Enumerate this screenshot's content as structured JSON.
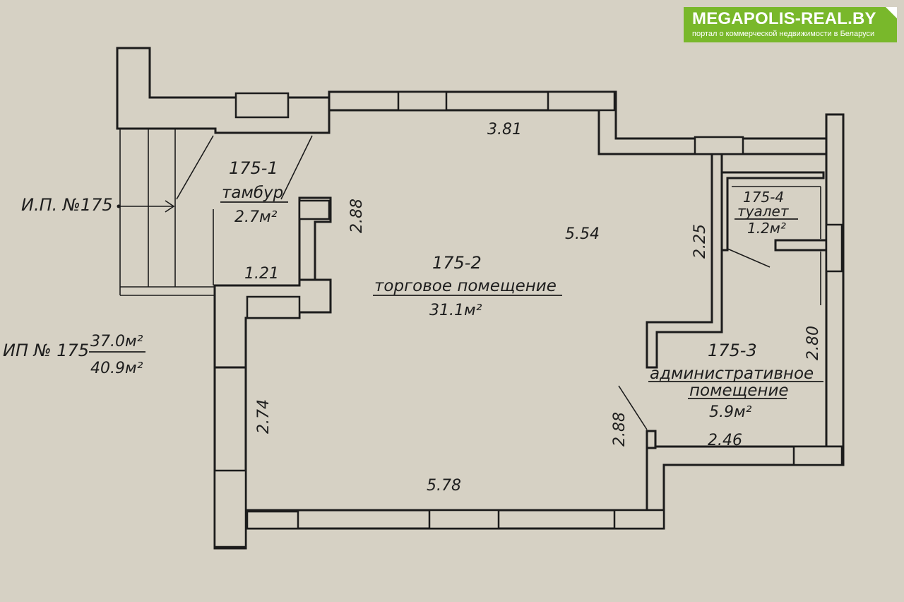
{
  "brand": {
    "title": "MEGAPOLIS-REAL.BY",
    "tagline": "портал о коммерческой недвижимости в Беларуси",
    "color": "#79b82b"
  },
  "entrance_label": "И.П. №175",
  "summary": {
    "label": "ИП № 175",
    "area_main": "37.0м²",
    "area_total": "40.9м²"
  },
  "rooms": {
    "vestibule": {
      "id": "175-1",
      "name": "тамбур",
      "area": "2.7м²"
    },
    "sales": {
      "id": "175-2",
      "name": "торговое помещение",
      "area": "31.1м²"
    },
    "office": {
      "id": "175-3",
      "name_line1": "административное",
      "name_line2": "помещение",
      "area": "5.9м²"
    },
    "toilet": {
      "id": "175-4",
      "name": "туалет",
      "area": "1.2м²"
    }
  },
  "dimensions": {
    "top": "3.81",
    "vestibule_height": "2.88",
    "vestibule_width": "1.21",
    "sales_right": "5.54",
    "sales_left": "2.74",
    "bottom": "5.78",
    "toilet_height": "2.25",
    "office_height": "2.80",
    "office_left": "2.88",
    "office_width": "2.46"
  }
}
